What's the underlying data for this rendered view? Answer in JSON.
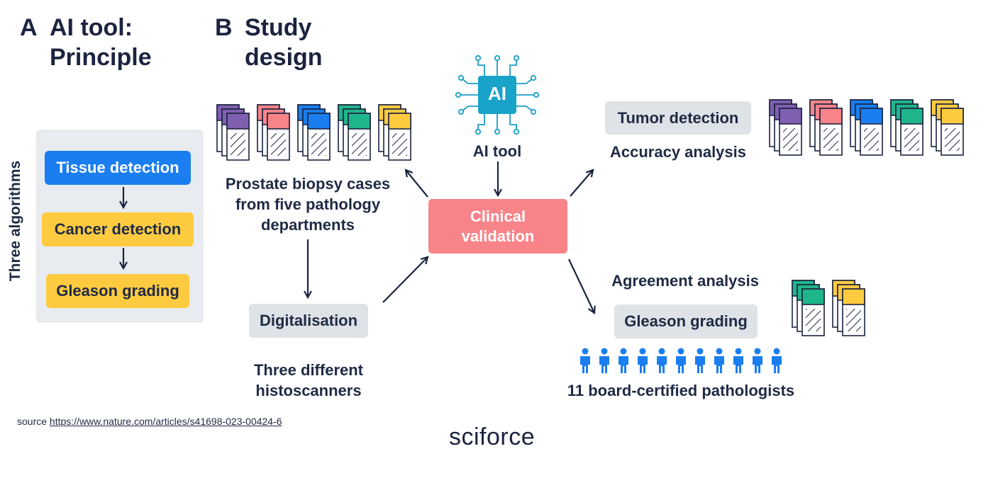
{
  "panel_a": {
    "letter": "A",
    "title_line1": "AI tool:",
    "title_line2": "Principle",
    "side_label": "Three algorithms",
    "steps": [
      {
        "label": "Tissue detection",
        "color": "#1a7ef0",
        "text_color": "#ffffff"
      },
      {
        "label": "Cancer detection",
        "color": "#fecb40",
        "text_color": "#1f2a44"
      },
      {
        "label": "Gleason grading",
        "color": "#fecb40",
        "text_color": "#1f2a44"
      }
    ]
  },
  "panel_b": {
    "letter": "B",
    "title_line1": "Study",
    "title_line2": "design"
  },
  "nodes": {
    "ai_chip": "AI",
    "ai_tool": "AI tool",
    "prostate_line1": "Prostate biopsy cases",
    "prostate_line2": "from five pathology",
    "prostate_line3": "departments",
    "digitalisation": "Digitalisation",
    "histo_line1": "Three different",
    "histo_line2": "histoscanners",
    "clinical_line1": "Clinical",
    "clinical_line2": "validation",
    "tumor_detection": "Tumor detection",
    "accuracy": "Accuracy analysis",
    "agreement": "Agreement analysis",
    "gleason_grading": "Gleason grading",
    "pathologists": "11 board-certified pathologists"
  },
  "slide_colors": [
    "#7f5fb0",
    "#f88489",
    "#1a7ef0",
    "#1fb58a",
    "#fecb40"
  ],
  "pathologist_count": 11,
  "source": {
    "prefix": "source",
    "url": "https://www.nature.com/articles/s41698-023-00424-6"
  },
  "logo": "sciforce"
}
